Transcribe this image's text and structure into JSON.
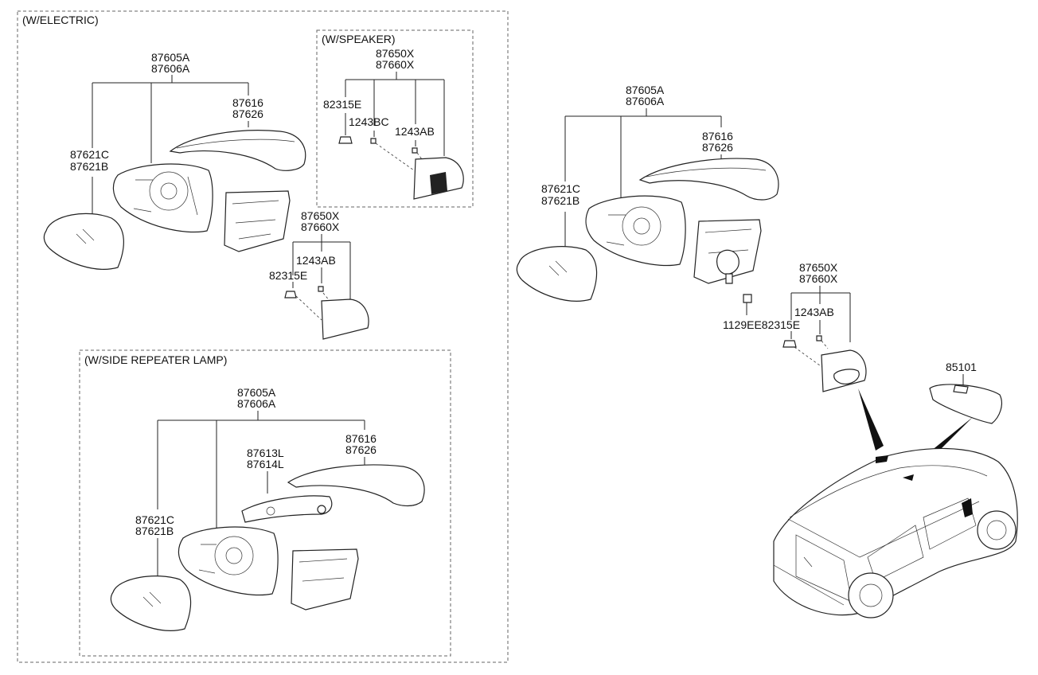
{
  "groups": {
    "electric": "(W/ELECTRIC)",
    "speaker": "(W/SPEAKER)",
    "side_repeater": "(W/SIDE REPEATER LAMP)"
  },
  "electric": {
    "mirror_assy": [
      "87605A",
      "87606A"
    ],
    "cover": [
      "87616",
      "87626"
    ],
    "glass": [
      "87621C",
      "87621B"
    ],
    "cap": [
      "87650X",
      "87660X"
    ],
    "screw": "1243AB",
    "clip": "82315E"
  },
  "speaker": {
    "cap": [
      "87650X",
      "87660X"
    ],
    "clip": "82315E",
    "screw_bc": "1243BC",
    "screw_ab": "1243AB"
  },
  "repeater": {
    "mirror_assy": [
      "87605A",
      "87606A"
    ],
    "cover": [
      "87616",
      "87626"
    ],
    "lamp": [
      "87613L",
      "87614L"
    ],
    "glass": [
      "87621C",
      "87621B"
    ]
  },
  "standard": {
    "mirror_assy": [
      "87605A",
      "87606A"
    ],
    "cover": [
      "87616",
      "87626"
    ],
    "glass": [
      "87621C",
      "87621B"
    ],
    "cap": [
      "87650X",
      "87660X"
    ],
    "screw": "1243AB",
    "bolt_clip": "1129EE82315E"
  },
  "inside_mirror": "85101"
}
